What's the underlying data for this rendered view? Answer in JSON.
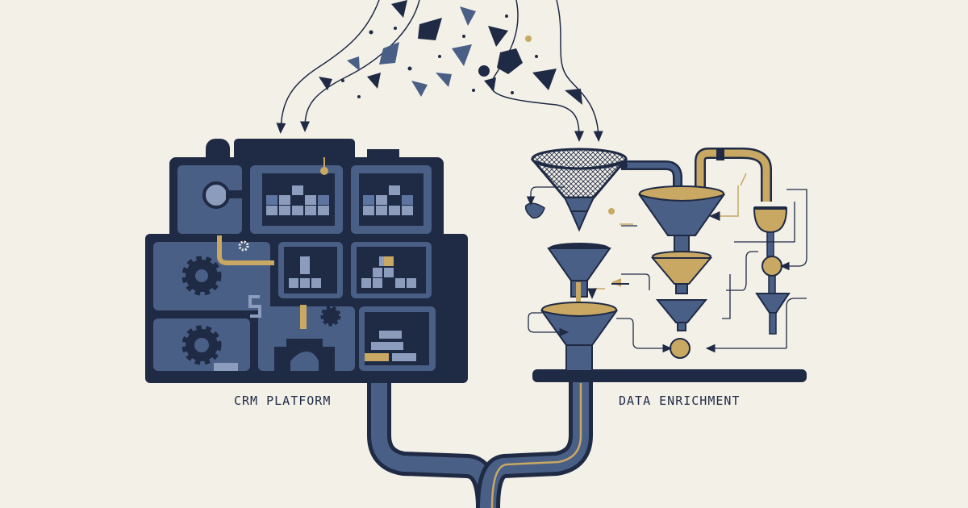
{
  "labels": {
    "crm": "CRM PLATFORM",
    "enrichment": "DATA ENRICHMENT"
  },
  "colors": {
    "background": "#f3f0e8",
    "navy": "#1f2a44",
    "slate": "#4a5f86",
    "steel": "#5d74a0",
    "light_slate": "#8c9cbd",
    "gold": "#c8a862",
    "cream": "#f3f0e8"
  },
  "icons": [
    "data-fragments",
    "crm-machine",
    "gear-icon",
    "filter-funnel",
    "pipes"
  ]
}
